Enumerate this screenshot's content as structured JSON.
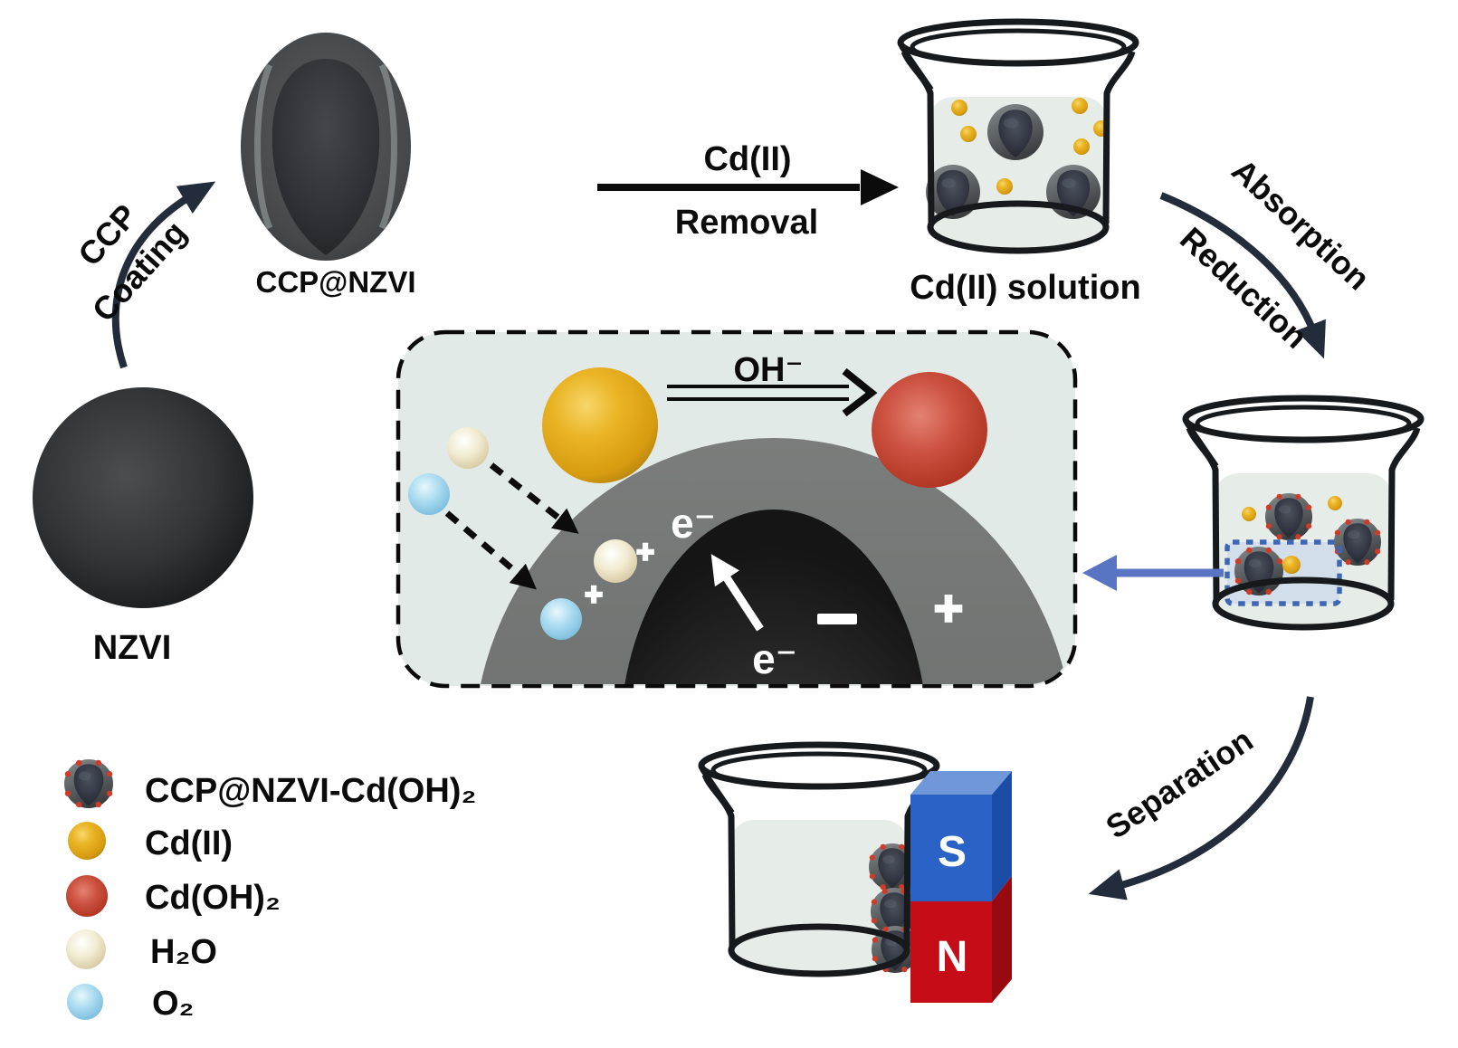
{
  "labels": {
    "nzvi": "NZVI",
    "ccp": "CCP",
    "coating": "Coating",
    "ccp_nzvi": "CCP@NZVI",
    "cd2": "Cd(II)",
    "removal": "Removal",
    "cd2_solution": "Cd(II) solution",
    "absorption": "Absorption",
    "reduction": "Reduction",
    "separation": "Separation"
  },
  "mechanism": {
    "oh": "OH⁻",
    "e_shell": "e⁻",
    "e_core": "e⁻",
    "plus_h2o": "+",
    "plus_o2": "+",
    "plus_shell": "+",
    "minus_core": "−"
  },
  "magnet": {
    "s": "S",
    "n": "N"
  },
  "legend": {
    "items": [
      {
        "name": "ccp-nzvi-cdoh2-particle",
        "label": "CCP@NZVI-Cd(OH)₂",
        "color": "#3c4043"
      },
      {
        "name": "cd2-sphere",
        "label": "Cd(II)",
        "color": "#e2a71c"
      },
      {
        "name": "cdoh2-sphere",
        "label": "Cd(OH)₂",
        "color": "#c2402e"
      },
      {
        "name": "h2o-sphere",
        "label": "H₂O",
        "color": "#f1ead0"
      },
      {
        "name": "o2-sphere",
        "label": "O₂",
        "color": "#a6d9ee"
      }
    ]
  },
  "colors": {
    "background": "#ffffff",
    "text_black": "#0b0b0b",
    "arrow_dark_navy": "#232c3a",
    "mechanism_box_fill": "#e2eae7",
    "beaker_liquid": "#e6ede9",
    "shell_gray": "#6e7170",
    "cd2_yellow": "#e2a71c",
    "cdoh2_red": "#c2402e",
    "h2o_cream": "#f1ead0",
    "o2_blue": "#a6d9ee",
    "magnet_blue_front": "#2b62c6",
    "magnet_red_front": "#c60d17",
    "highlight_arrow_blue": "#5a74c4",
    "selection_box_border": "#3f66b5"
  }
}
